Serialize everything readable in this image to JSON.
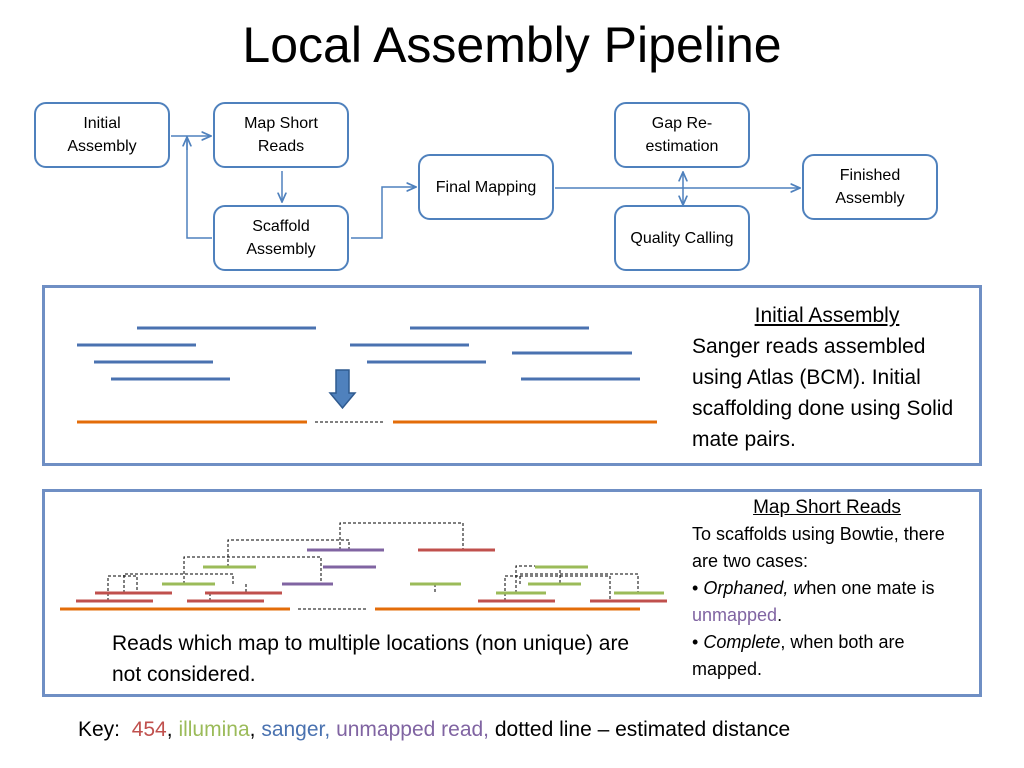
{
  "title": "Local Assembly Pipeline",
  "flow": {
    "initial_assembly": "Initial Assembly",
    "map_short_reads": "Map Short Reads",
    "scaffold_assembly": "Scaffold Assembly",
    "final_mapping": "Final Mapping",
    "gap_reestimation": "Gap Re-estimation",
    "quality_calling": "Quality Calling",
    "finished_assembly": "Finished Assembly"
  },
  "panel1": {
    "heading": "Initial Assembly",
    "body": "Sanger reads assembled using Atlas (BCM). Initial scaffolding done using Solid mate pairs."
  },
  "panel2": {
    "heading": "Map Short Reads",
    "intro": "To scaffolds using Bowtie, there are two cases:",
    "bullet": "•",
    "orphaned_term": "Orphaned, w",
    "orphaned_rest": "hen one mate is ",
    "orphaned_unmapped": "unmapped",
    "orphaned_end": ".",
    "complete_term": "Complete",
    "complete_rest": ", when both are mapped.",
    "note": "Reads which map to multiple locations (non unique) are not considered."
  },
  "key": {
    "label": "Key:",
    "c454": "454",
    "illumina": "illumina",
    "sanger": "sanger,",
    "unmapped": "unmapped read,",
    "dotted": "dotted line – estimated distance",
    "sep": ","
  },
  "colors": {
    "box_border": "#4f81bd",
    "sanger": "#4a72b0",
    "contig": "#e36c09",
    "c454": "#c0504d",
    "illumina": "#9bbb59",
    "unmapped": "#8064a2"
  }
}
